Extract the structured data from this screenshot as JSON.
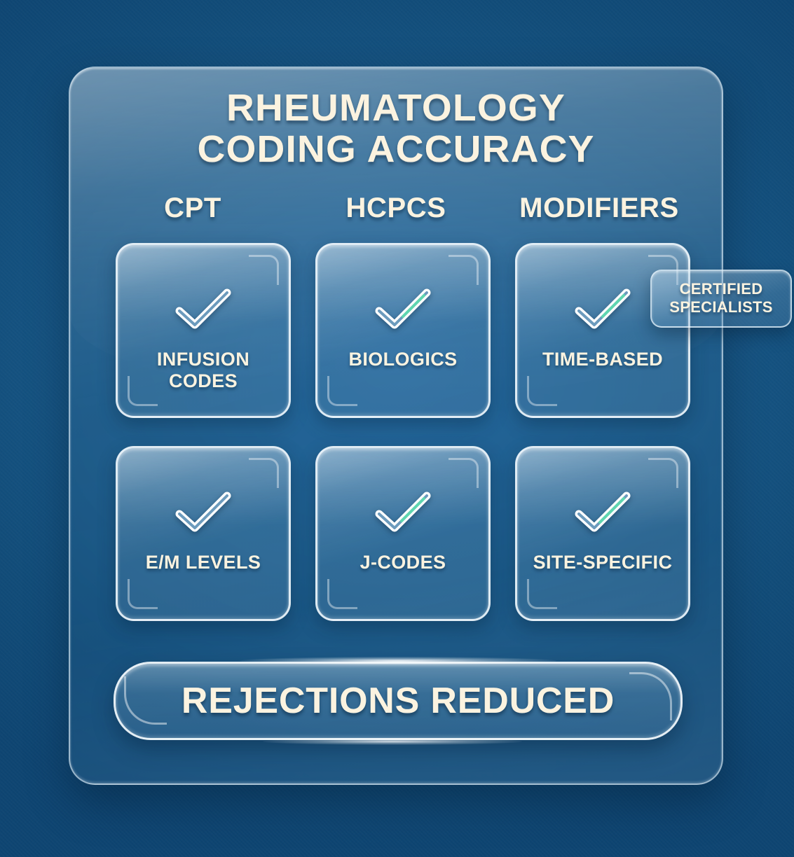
{
  "background": {
    "color": "#16558a",
    "accent_teal": "#5fd6b0",
    "text_cream": "#fbf3e0",
    "glass_border": "#f2fbff"
  },
  "panel": {
    "title_line1": "RHEUMATOLOGY",
    "title_line2": "CODING ACCURACY"
  },
  "columns": [
    {
      "label": "CPT"
    },
    {
      "label": "HCPCS"
    },
    {
      "label": "MODIFIERS"
    }
  ],
  "cards": [
    {
      "label": "INFUSION\nCODES",
      "icon": "check-icon"
    },
    {
      "label": "BIOLOGICS",
      "icon": "check-icon"
    },
    {
      "label": "TIME-BASED",
      "icon": "check-icon"
    },
    {
      "label": "E/M LEVELS",
      "icon": "check-icon"
    },
    {
      "label": "J-CODES",
      "icon": "check-icon"
    },
    {
      "label": "SITE-SPECIFIC",
      "icon": "check-icon"
    }
  ],
  "badge": {
    "label": "CERTIFIED\nSPECIALISTS"
  },
  "banner": {
    "label": "REJECTIONS REDUCED"
  }
}
